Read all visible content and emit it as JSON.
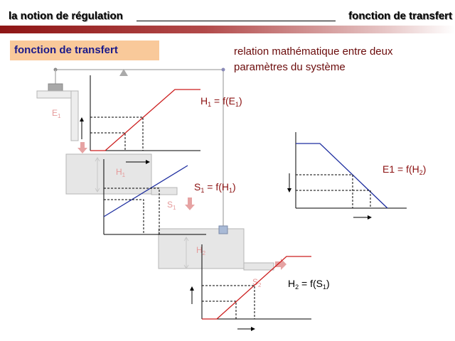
{
  "header": {
    "left": "la notion de régulation",
    "right": "fonction de transfert"
  },
  "title": "fonction de transfert",
  "description": "relation mathématique entre deux paramètres du système",
  "labels": {
    "e1": "E",
    "e1_sub": "1",
    "h1": "H",
    "h1_sub": "1",
    "s1": "S",
    "s1_sub": "1",
    "h2": "H",
    "h2_sub": "2",
    "s2": "S",
    "s2_sub": "2"
  },
  "functions": {
    "f1": {
      "main": "H",
      "sub": "1",
      "mid": " = f(E",
      "sub2": "1",
      "end": ")"
    },
    "f2": {
      "main": "S",
      "sub": "1",
      "mid": " = f(H",
      "sub2": "1",
      "end": ")"
    },
    "f3": {
      "main": "E1 = f(H",
      "sub": "2",
      "end": ")"
    },
    "f4": {
      "main": "H",
      "sub": "2",
      "mid": " = f(S",
      "sub2": "1",
      "end": ")"
    }
  },
  "colors": {
    "function_line": "#cc1f1f",
    "linear_line": "#1f2fa0",
    "tank_fill": "#e6e6e6",
    "tank_stroke": "#b5b5b5",
    "arrow_pink": "#e6a3a3",
    "faint_label": "#e59a9a",
    "function_text": "#8b1010"
  }
}
